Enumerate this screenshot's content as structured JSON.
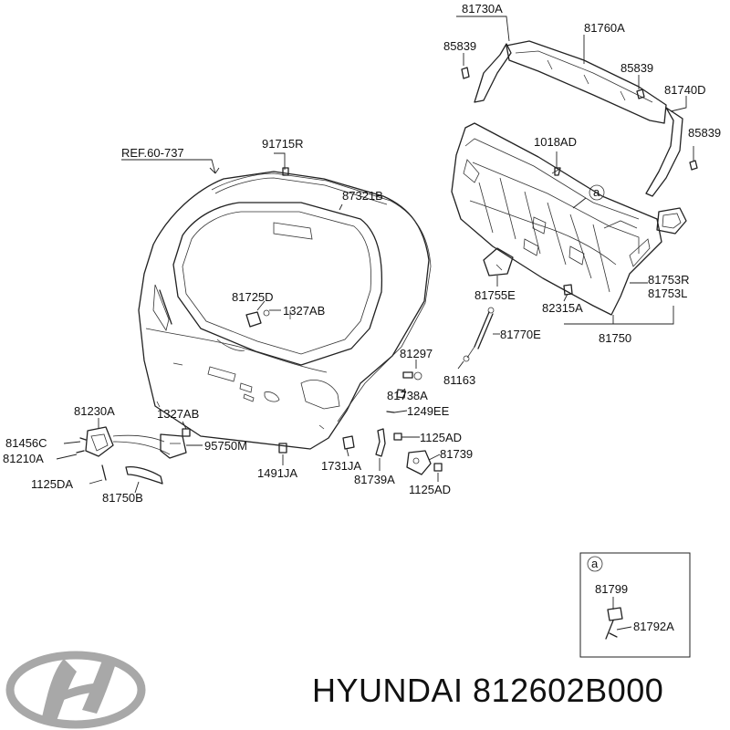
{
  "diagram": {
    "ref_label": "REF.60-737",
    "labels": {
      "p81730A": "81730A",
      "p85839_a": "85839",
      "p81760A": "81760A",
      "p85839_b": "85839",
      "p81740D": "81740D",
      "p85839_c": "85839",
      "p91715R": "91715R",
      "p87321B": "87321B",
      "p1018AD": "1018AD",
      "circle_a": "a",
      "p81725D": "81725D",
      "p1327AB_a": "1327AB",
      "p81755E": "81755E",
      "p82315A": "82315A",
      "p81753R": "81753R",
      "p81753L": "81753L",
      "p81770E": "81770E",
      "p81750": "81750",
      "p81297": "81297",
      "p81163": "81163",
      "p81738A": "81738A",
      "p1249EE": "1249EE",
      "p81230A": "81230A",
      "p1327AB_b": "1327AB",
      "p81456C": "81456C",
      "p81210A": "81210A",
      "p95750M": "95750M",
      "p1125AD_a": "1125AD",
      "p81739": "81739",
      "p1125DA": "1125DA",
      "p81750B": "81750B",
      "p1491JA": "1491JA",
      "p1731JA": "1731JA",
      "p81739A": "81739A",
      "p1125AD_b": "1125AD"
    },
    "inset": {
      "marker": "a",
      "label_top": "81799",
      "label_bottom": "81792A"
    }
  },
  "brand": {
    "name": "HYUNDAI",
    "part_number": "812602B000",
    "logo": "hyundai-logo"
  }
}
